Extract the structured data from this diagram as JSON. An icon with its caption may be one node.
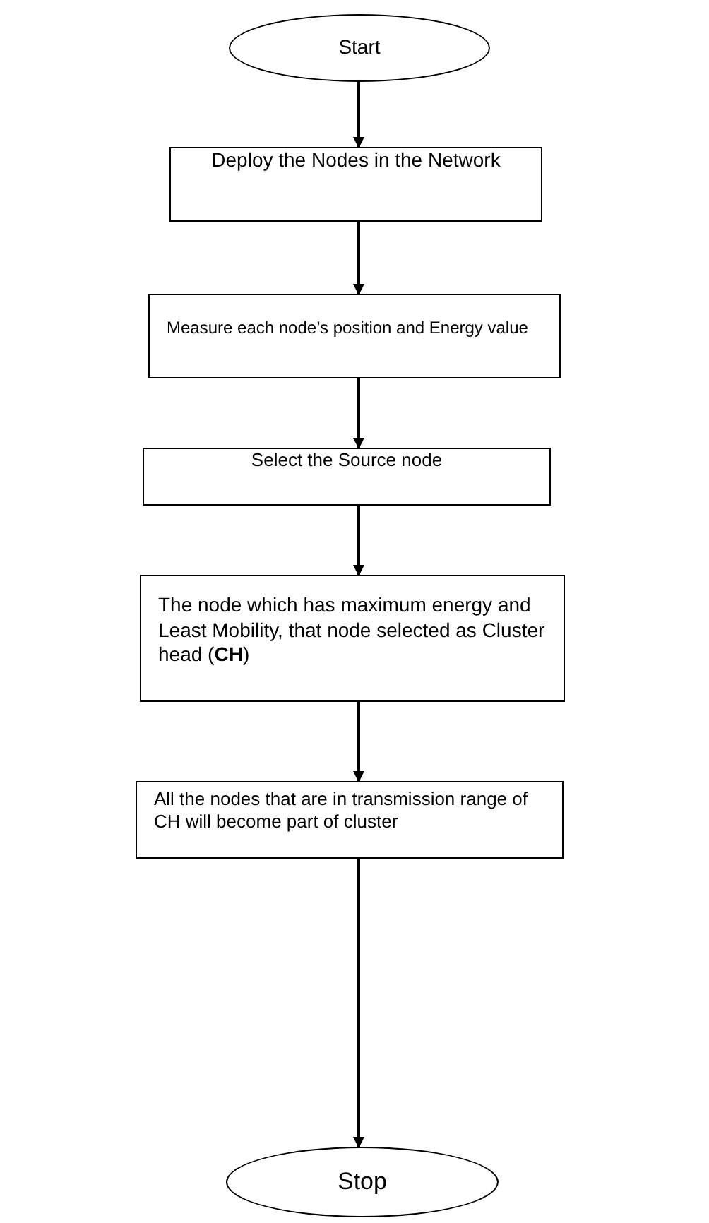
{
  "diagram": {
    "nodes": [
      {
        "text": [
          "Start"
        ]
      },
      {
        "text": [
          "Deploy the Nodes in the Network"
        ]
      },
      {
        "text": [
          "Measure each node’s position and Energy value"
        ]
      },
      {
        "text": [
          "Select the Source node"
        ]
      },
      {
        "text": [
          "The node which has maximum energy and Least Mobility, that node selected as Cluster head (**CH**)"
        ]
      },
      {
        "text": [
          "All the nodes that are in transmission range of CH will become part of cluster"
        ]
      },
      {
        "text": [
          "Stop"
        ]
      }
    ],
    "edges": [
      {
        "from": 0,
        "to": 1,
        "arrow": "to"
      },
      {
        "from": 1,
        "to": 2,
        "arrow": "to"
      },
      {
        "from": 2,
        "to": 3,
        "arrow": "to"
      },
      {
        "from": 3,
        "to": 4,
        "arrow": "to"
      },
      {
        "from": 4,
        "to": 5,
        "arrow": "to"
      },
      {
        "from": 5,
        "to": 6,
        "arrow": "to"
      }
    ]
  }
}
